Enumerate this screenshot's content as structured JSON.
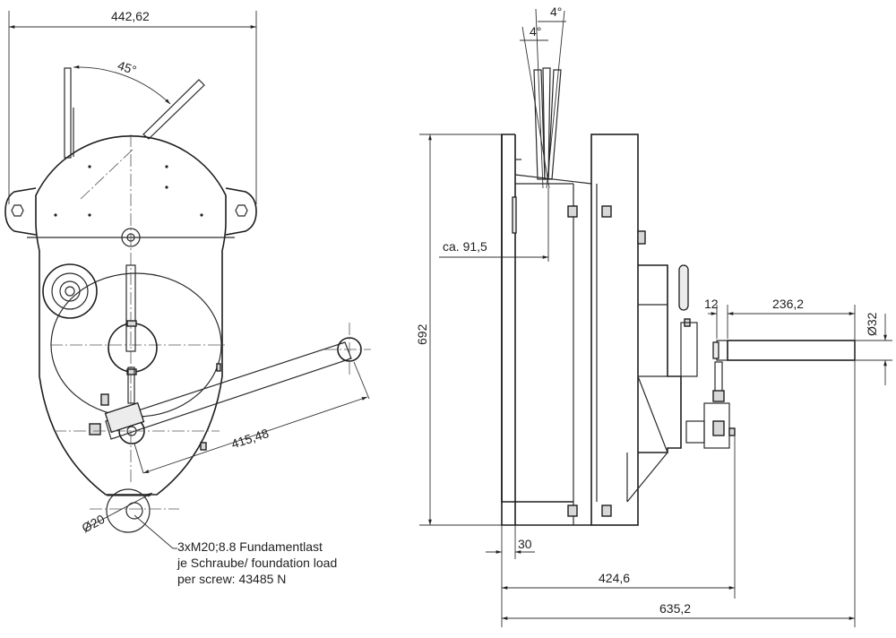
{
  "front_view": {
    "dim_width": "442,62",
    "dim_angle": "45°",
    "dim_arm": "415,48",
    "dim_bore": "Ø20",
    "note_lines": [
      "3xM20;8.8 Fundamentlast",
      "je Schraube/ foundation load",
      "per screw: 43485 N"
    ]
  },
  "side_view": {
    "dim_angle_top": "4°",
    "dim_angle_left": "4°",
    "dim_offset": "ca. 91,5",
    "dim_height": "692",
    "dim_base": "30",
    "dim_shaft_gap": "12",
    "dim_shaft_length": "236,2",
    "dim_shaft_dia": "Ø32",
    "dim_depth_1": "424,6",
    "dim_depth_2": "635,2"
  }
}
